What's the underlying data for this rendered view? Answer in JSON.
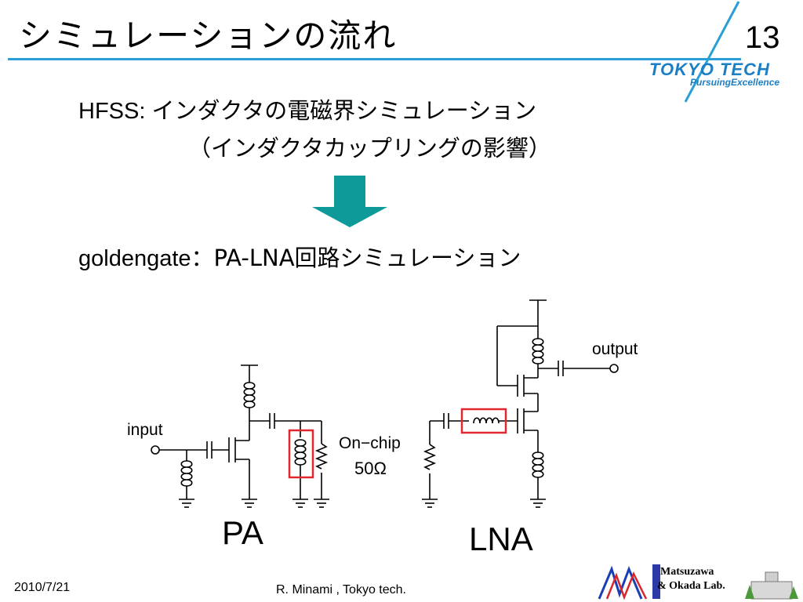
{
  "slide": {
    "title": "シミュレーションの流れ",
    "page_number": "13",
    "logo": {
      "main": "TOKYO TECH",
      "sub": "PursuingExcellence"
    }
  },
  "content": {
    "line1_label": "HFSS",
    "line1_sep": ": ",
    "line1_text": "インダクタの電磁界シミュレーション",
    "line2_text": "（インダクタカップリングの影響）",
    "line3_label": "goldengate",
    "line3_sep": "：",
    "line3_text": "PA-LNA回路シミュレーション"
  },
  "circuit": {
    "input_label": "input",
    "output_label": "output",
    "onchip_label": "On−chip",
    "ohm_label": "50Ω",
    "pa_label": "PA",
    "lna_label": "LNA"
  },
  "footer": {
    "date": "2010/7/21",
    "author": "R. Minami , Tokyo tech.",
    "lab_line1": "Matsuzawa",
    "lab_line2": "& Okada Lab."
  },
  "colors": {
    "accent_blue": "#2a9fd6",
    "arrow_teal": "#0f9a9a",
    "highlight_red": "#e0282e"
  }
}
